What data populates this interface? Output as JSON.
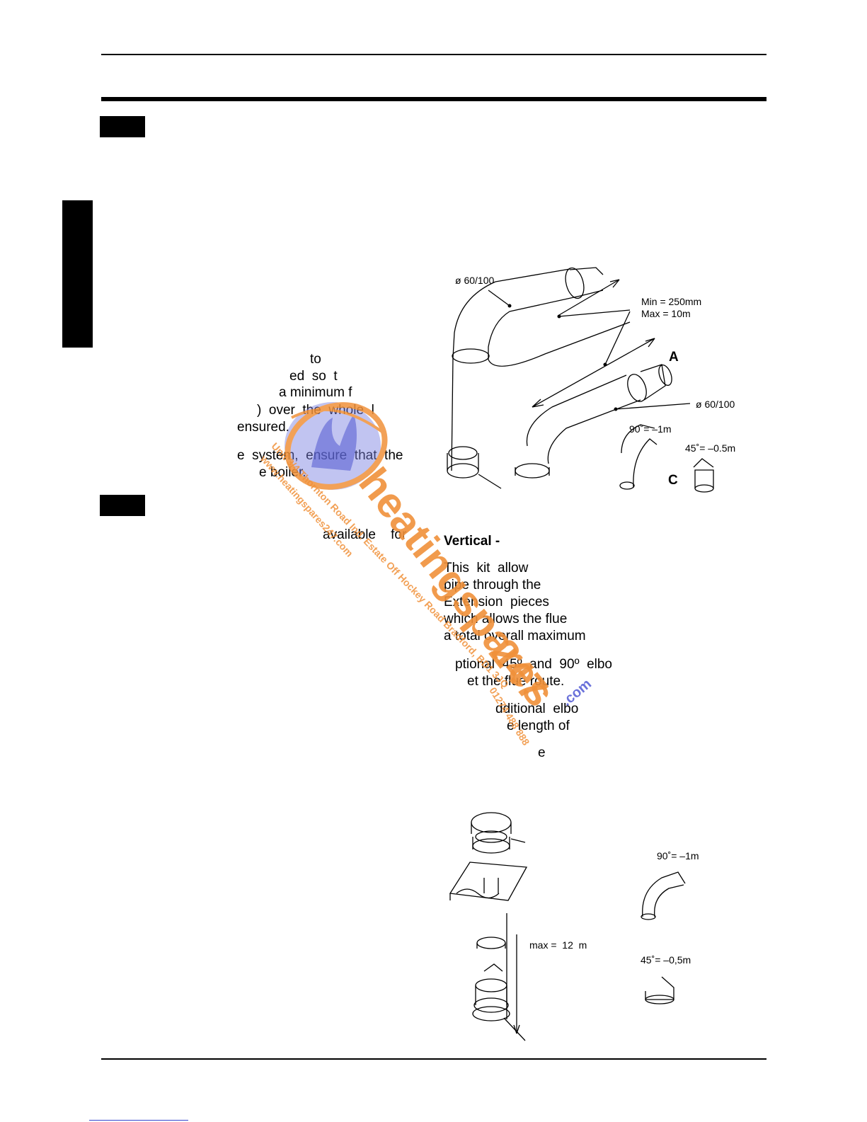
{
  "left_text": [
    "to",
    "ed  so  t",
    "a minimum f",
    ")  over  the  whole  l",
    "ensured.",
    "e  system,  ensure  that  the",
    "e boiler."
  ],
  "mid_text": "available    for",
  "vertical_heading": "Vertical -",
  "right_text": [
    "This  kit  allow",
    "pipe through the",
    "Extension  pieces",
    "which allows the flue",
    "a total overall maximum",
    "ptional  45º  and  90º  elbo",
    "et the flue route.",
    "dditional  elbo",
    "e length of",
    "e"
  ],
  "figure_top": {
    "labels": {
      "dia_top": "ø 60/100",
      "min": "Min = 250mm",
      "max": "Max = 10m",
      "a": "A",
      "dia_right": "ø 60/100",
      "elbow90": "90˚= –1m",
      "elbow45": "45˚= –0.5m",
      "c": "C"
    }
  },
  "figure_bottom": {
    "labels": {
      "max": "max =  12  m",
      "elbow90": "90˚= –1m",
      "elbow45": "45˚= –0,5m"
    }
  },
  "watermark": {
    "brand_main": "heatingspares",
    "brand_num": "247",
    "brand_dom": ".com",
    "address": "Unit 3/4 Thornton Road Ind. Estate Off Hockey Road Bradford, BD1 3JQ",
    "phone": "01274 488 888",
    "website": "www.heatingspares247.com"
  },
  "colors": {
    "watermark_orange": "#f0913a",
    "watermark_blue": "#5b63d6",
    "ink": "#000000"
  }
}
